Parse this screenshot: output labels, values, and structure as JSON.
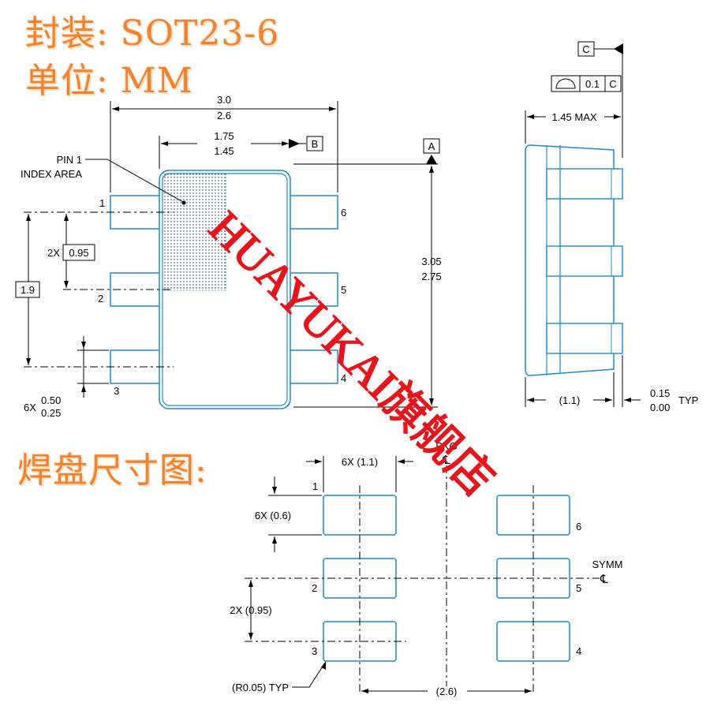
{
  "titles": {
    "package": "封装: SOT23-6",
    "unit": "单位: MM",
    "land_pattern": "焊盘尺寸图:"
  },
  "watermark": "HUAYUKAI旗舰店",
  "top_view": {
    "width_max": "3.0",
    "width_min": "2.6",
    "body_max": "1.75",
    "body_min": "1.45",
    "datum_b": "B",
    "datum_a": "A",
    "pin1_label_line1": "PIN 1",
    "pin1_label_line2": "INDEX AREA",
    "pitch_prefix": "2X",
    "pitch": "0.95",
    "span": "1.9",
    "lead_prefix": "6X",
    "lead_max": "0.50",
    "lead_min": "0.25",
    "height_max": "3.05",
    "height_min": "2.75",
    "pins": [
      "1",
      "2",
      "3",
      "4",
      "5",
      "6"
    ]
  },
  "side_view": {
    "datum_c": "C",
    "flatness": "0.1",
    "flatness_datum": "C",
    "max_height": "1.45 MAX",
    "body_ref": "(1.1)",
    "standoff_max": "0.15",
    "standoff_min": "0.00",
    "standoff_typ": "TYP"
  },
  "land_pattern": {
    "pad_width": "6X (1.1)",
    "pad_height": "6X (0.6)",
    "pitch": "2X (0.95)",
    "span": "(2.6)",
    "radius": "(R0.05) TYP",
    "pkg": "PKG",
    "symm": "SYMM",
    "centerline": "℄",
    "pins": [
      "1",
      "2",
      "3",
      "4",
      "5",
      "6"
    ]
  },
  "colors": {
    "outline": "#1b8ad6",
    "title": "#f5822a",
    "watermark": "#e8141b"
  }
}
